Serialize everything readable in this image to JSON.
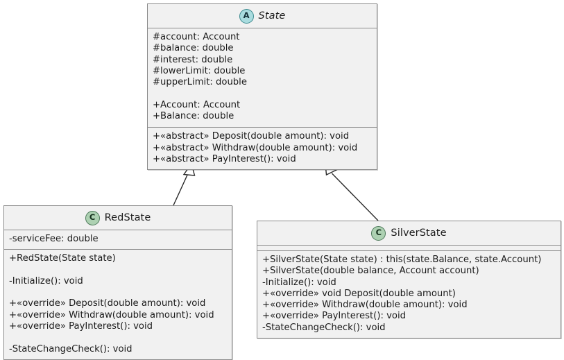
{
  "diagram": {
    "type": "uml-class-diagram",
    "background": "#ffffff",
    "colors": {
      "box_fill": "#f1f1f1",
      "box_border": "#8a8a8a",
      "abstract_badge_fill": "#a9dcdf",
      "abstract_badge_border": "#3c8a8f",
      "class_badge_fill": "#add1b2",
      "class_badge_border": "#4e7a5b",
      "edge_stroke": "#2b2b2b",
      "text": "#1b1b1b"
    },
    "classes": [
      {
        "id": "state",
        "name": "State",
        "badge": "A",
        "badge_icon": "abstract-class-icon",
        "stereotype": "abstract",
        "italic_title": true,
        "compartments": [
          {
            "kind": "attributes",
            "lines": [
              "#account: Account",
              "#balance: double",
              "#interest: double",
              "#lowerLimit: double",
              "#upperLimit: double",
              "",
              "+Account: Account",
              "+Balance: double"
            ]
          },
          {
            "kind": "operations",
            "lines": [
              "+«abstract» Deposit(double amount): void",
              "+«abstract» Withdraw(double amount): void",
              "+«abstract» PayInterest(): void"
            ]
          }
        ]
      },
      {
        "id": "redstate",
        "name": "RedState",
        "badge": "C",
        "badge_icon": "concrete-class-icon",
        "stereotype": "class",
        "italic_title": false,
        "compartments": [
          {
            "kind": "attributes",
            "lines": [
              "-serviceFee: double"
            ]
          },
          {
            "kind": "operations",
            "lines": [
              "+RedState(State state)",
              "",
              "-Initialize(): void",
              "",
              "+«override» Deposit(double amount): void",
              "+«override» Withdraw(double amount): void",
              "+«override» PayInterest(): void",
              "",
              "-StateChangeCheck(): void"
            ]
          }
        ]
      },
      {
        "id": "silverstate",
        "name": "SilverState",
        "badge": "C",
        "badge_icon": "concrete-class-icon",
        "stereotype": "class",
        "italic_title": false,
        "compartments": [
          {
            "kind": "attributes",
            "lines": []
          },
          {
            "kind": "operations",
            "lines": [
              "+SilverState(State state) : this(state.Balance, state.Account)",
              "+SilverState(double balance, Account account)",
              "-Initialize(): void",
              "+«override» void Deposit(double amount)",
              "+«override» Withdraw(double amount): void",
              "+«override» PayInterest(): void",
              "-StateChangeCheck(): void"
            ]
          }
        ]
      }
    ],
    "relationships": [
      {
        "id": "redstate-extends-state",
        "kind": "generalization",
        "from": "RedState",
        "to": "State",
        "arrowhead": "hollow-triangle"
      },
      {
        "id": "silverstate-extends-state",
        "kind": "generalization",
        "from": "SilverState",
        "to": "State",
        "arrowhead": "hollow-triangle"
      }
    ]
  }
}
